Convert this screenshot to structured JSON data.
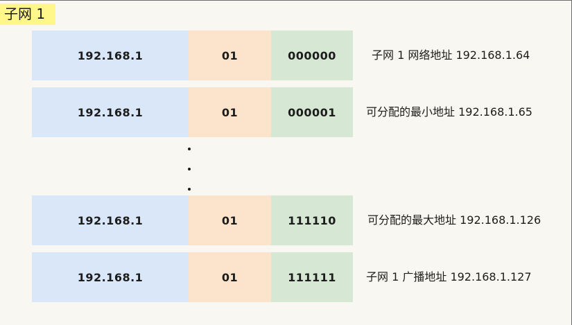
{
  "subnet_label": "子网 1",
  "rows": [
    {
      "network": "192.168.1",
      "subnet_bits": "01",
      "host_bits": "000000",
      "description": "子网 1 网络地址 192.168.1.64"
    },
    {
      "network": "192.168.1",
      "subnet_bits": "01",
      "host_bits": "000001",
      "description": "可分配的最小地址 192.168.1.65"
    },
    {
      "network": "192.168.1",
      "subnet_bits": "01",
      "host_bits": "111110",
      "description": "可分配的最大地址 192.168.1.126"
    },
    {
      "network": "192.168.1",
      "subnet_bits": "01",
      "host_bits": "111111",
      "description": "子网 1 广播地址 192.168.1.127"
    }
  ],
  "colors": {
    "network_segment": "#d9e7f8",
    "subnet_segment": "#fbe3cc",
    "host_segment": "#d6e8d3",
    "label_highlight": "#fff78a",
    "background": "#f9f7f1"
  }
}
